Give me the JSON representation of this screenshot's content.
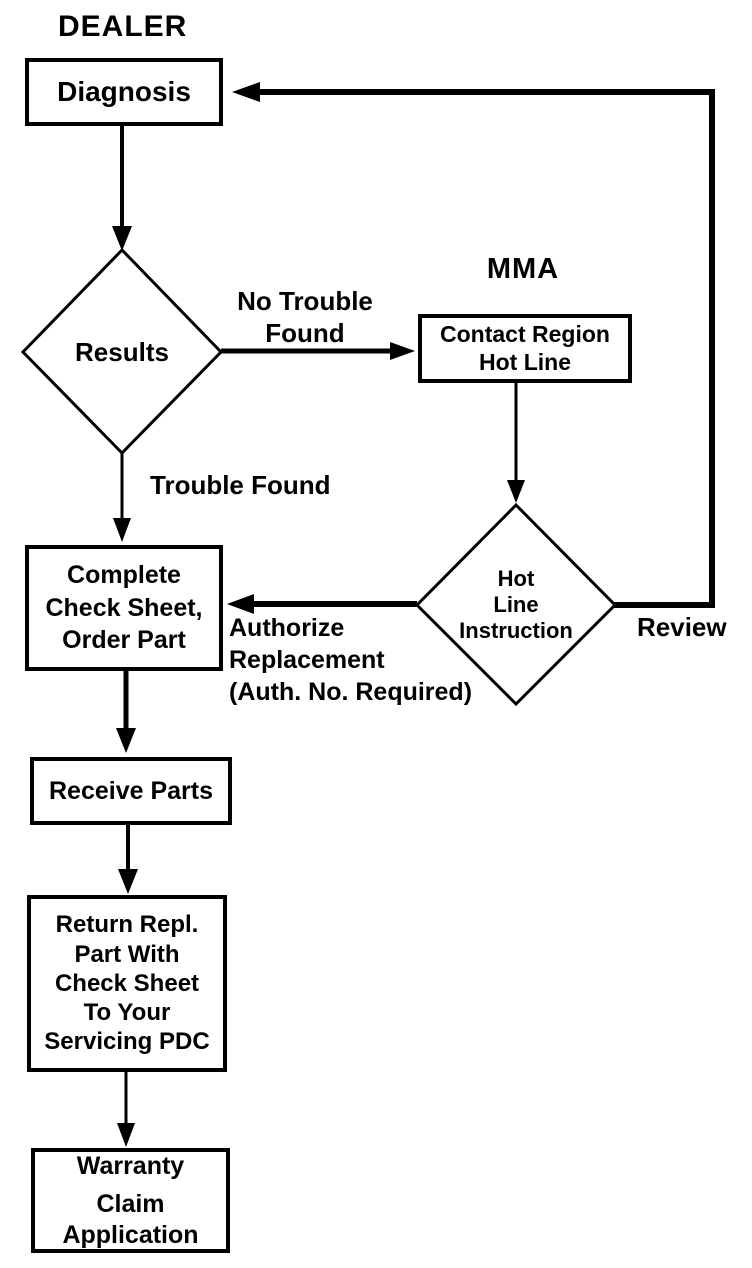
{
  "diagram": {
    "lane_titles": {
      "dealer": "DEALER",
      "mma": "MMA"
    },
    "nodes": {
      "diagnosis": {
        "label": "Diagnosis"
      },
      "results": {
        "label": "Results"
      },
      "contact_region": {
        "line1": "Contact Region",
        "line2": "Hot Line"
      },
      "hotline_instruction": {
        "line1": "Hot",
        "line2": "Line",
        "line3": "Instruction"
      },
      "complete_check_sheet": {
        "line1": "Complete",
        "line2": "Check Sheet,",
        "line3": "Order Part"
      },
      "receive_parts": {
        "label": "Receive Parts"
      },
      "return_part": {
        "line1": "Return Repl.",
        "line2": "Part With",
        "line3": "Check Sheet",
        "line4": "To Your",
        "line5": "Servicing PDC"
      },
      "warranty_claim": {
        "line1": "Warranty",
        "line2": "Claim",
        "line3": "Application"
      }
    },
    "edge_labels": {
      "no_trouble": {
        "line1": "No Trouble",
        "line2": "Found"
      },
      "trouble_found": "Trouble Found",
      "authorize": {
        "line1": "Authorize",
        "line2": "Replacement",
        "line3": "(Auth. No. Required)"
      },
      "review": "Review"
    },
    "colors": {
      "ink": "#000000",
      "background": "#ffffff"
    }
  }
}
